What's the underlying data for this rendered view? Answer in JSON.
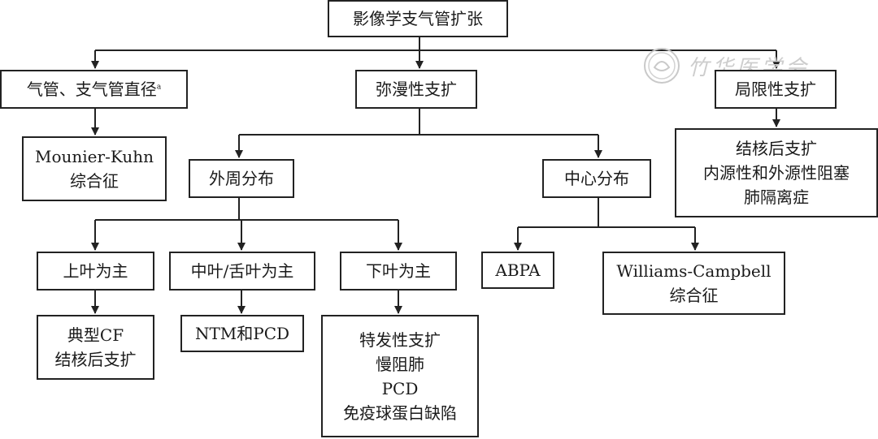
{
  "root": "影像学支气管扩张",
  "level1": {
    "diameter": {
      "text": "气管、支气管直径",
      "sup": "a"
    },
    "diffuse": "弥漫性支扩",
    "focal": "局限性支扩"
  },
  "mounier_kuhn": [
    "Mounier-Kuhn",
    "综合征"
  ],
  "focal_causes": [
    "结核后支扩",
    "内源性和外源性阻塞",
    "肺隔离症"
  ],
  "distribution": {
    "peripheral": "外周分布",
    "central": "中心分布"
  },
  "lobes": {
    "upper": "上叶为主",
    "middle": "中叶/舌叶为主",
    "lower": "下叶为主"
  },
  "central_causes": {
    "abpa": "ABPA",
    "williams": [
      "Williams-Campbell",
      "综合征"
    ]
  },
  "upper_causes": [
    "典型CF",
    "结核后支扩"
  ],
  "middle_causes": "NTM和PCD",
  "lower_causes": [
    "特发性支扩",
    "慢阻肺",
    "PCD",
    "免疫球蛋白缺陷"
  ],
  "watermark": {
    "text": "竹华医学会",
    "icon": "seal-logo-icon"
  }
}
